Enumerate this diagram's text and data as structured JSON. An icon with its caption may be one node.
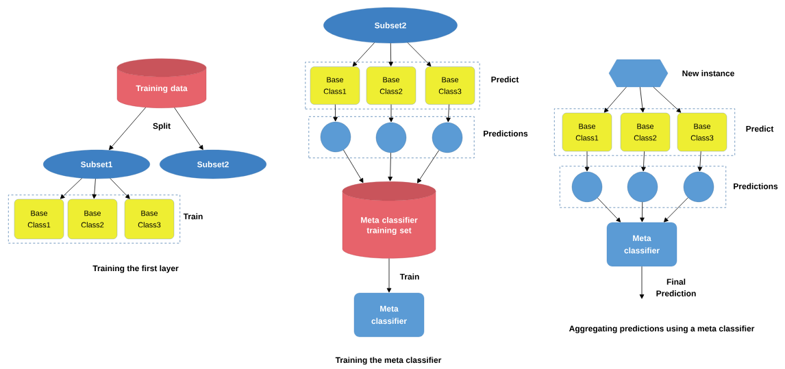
{
  "diagram": {
    "nodes": [
      {
        "text": [
          "Training data"
        ]
      },
      {
        "text": [
          "Subset1"
        ]
      },
      {
        "text": [
          "Subset2"
        ]
      },
      {
        "text": [
          "Train"
        ]
      },
      {
        "text": [
          "Base Class1"
        ],
        "in": 3
      },
      {
        "text": [
          "Base Class2"
        ],
        "in": 3
      },
      {
        "text": [
          "Base Class3"
        ],
        "in": 3
      },
      {
        "text": [
          "Subset2"
        ]
      },
      {
        "text": [
          "Predict"
        ]
      },
      {
        "text": [
          "Base Class1"
        ],
        "in": 8
      },
      {
        "text": [
          "Base Class2"
        ],
        "in": 8
      },
      {
        "text": [
          "Base Class3"
        ],
        "in": 8
      },
      {
        "text": [
          "Predictions"
        ]
      },
      {
        "text": [],
        "shape": "circle",
        "in": 12
      },
      {
        "text": [],
        "shape": "circle",
        "in": 12
      },
      {
        "text": [],
        "shape": "circle",
        "in": 12
      },
      {
        "text": [
          "Meta classifier training set"
        ]
      },
      {
        "text": [
          "Meta classifier"
        ]
      },
      {
        "text": [],
        "shape": "hexagon",
        "beside": [
          "New instance"
        ]
      },
      {
        "text": [
          "Predict"
        ]
      },
      {
        "text": [
          "Base Class1"
        ],
        "in": 19
      },
      {
        "text": [
          "Base Class2"
        ],
        "in": 19
      },
      {
        "text": [
          "Base Class3"
        ],
        "in": 19
      },
      {
        "text": [
          "Predictions"
        ]
      },
      {
        "text": [],
        "shape": "circle",
        "in": 23
      },
      {
        "text": [],
        "shape": "circle",
        "in": 23
      },
      {
        "text": [],
        "shape": "circle",
        "in": 23
      },
      {
        "text": [
          "Meta classifier"
        ]
      }
    ],
    "edges": [
      {
        "from": 0,
        "to": 1,
        "arrow": "to"
      },
      {
        "from": 0,
        "to": 2,
        "arrow": "to"
      },
      {
        "from": 1,
        "to": 4,
        "arrow": "to"
      },
      {
        "from": 1,
        "to": 5,
        "arrow": "to"
      },
      {
        "from": 1,
        "to": 6,
        "arrow": "to"
      },
      {
        "from": 7,
        "to": 9,
        "arrow": "to"
      },
      {
        "from": 7,
        "to": 10,
        "arrow": "to"
      },
      {
        "from": 7,
        "to": 11,
        "arrow": "to"
      },
      {
        "from": 9,
        "to": 13,
        "arrow": "to"
      },
      {
        "from": 10,
        "to": 14,
        "arrow": "to"
      },
      {
        "from": 11,
        "to": 15,
        "arrow": "to"
      },
      {
        "from": 13,
        "to": 16,
        "arrow": "to"
      },
      {
        "from": 14,
        "to": 16,
        "arrow": "to"
      },
      {
        "from": 15,
        "to": 16,
        "arrow": "to"
      },
      {
        "from": 16,
        "to": 17,
        "arrow": "to",
        "label": "Train"
      },
      {
        "from": 18,
        "to": 20,
        "arrow": "to"
      },
      {
        "from": 18,
        "to": 21,
        "arrow": "to"
      },
      {
        "from": 18,
        "to": 22,
        "arrow": "to"
      },
      {
        "from": 20,
        "to": 24,
        "arrow": "to"
      },
      {
        "from": 21,
        "to": 25,
        "arrow": "to"
      },
      {
        "from": 22,
        "to": 26,
        "arrow": "to"
      },
      {
        "from": 24,
        "to": 27,
        "arrow": "to"
      },
      {
        "from": 25,
        "to": 27,
        "arrow": "to"
      },
      {
        "from": 26,
        "to": 27,
        "arrow": "to"
      },
      {
        "from": 27,
        "to": null,
        "arrow": "to",
        "label": "Final Prediction"
      }
    ],
    "labels": [
      "Split",
      "Training the first layer",
      "Training the meta classifier",
      "Aggregating predictions using a meta classifier"
    ]
  }
}
